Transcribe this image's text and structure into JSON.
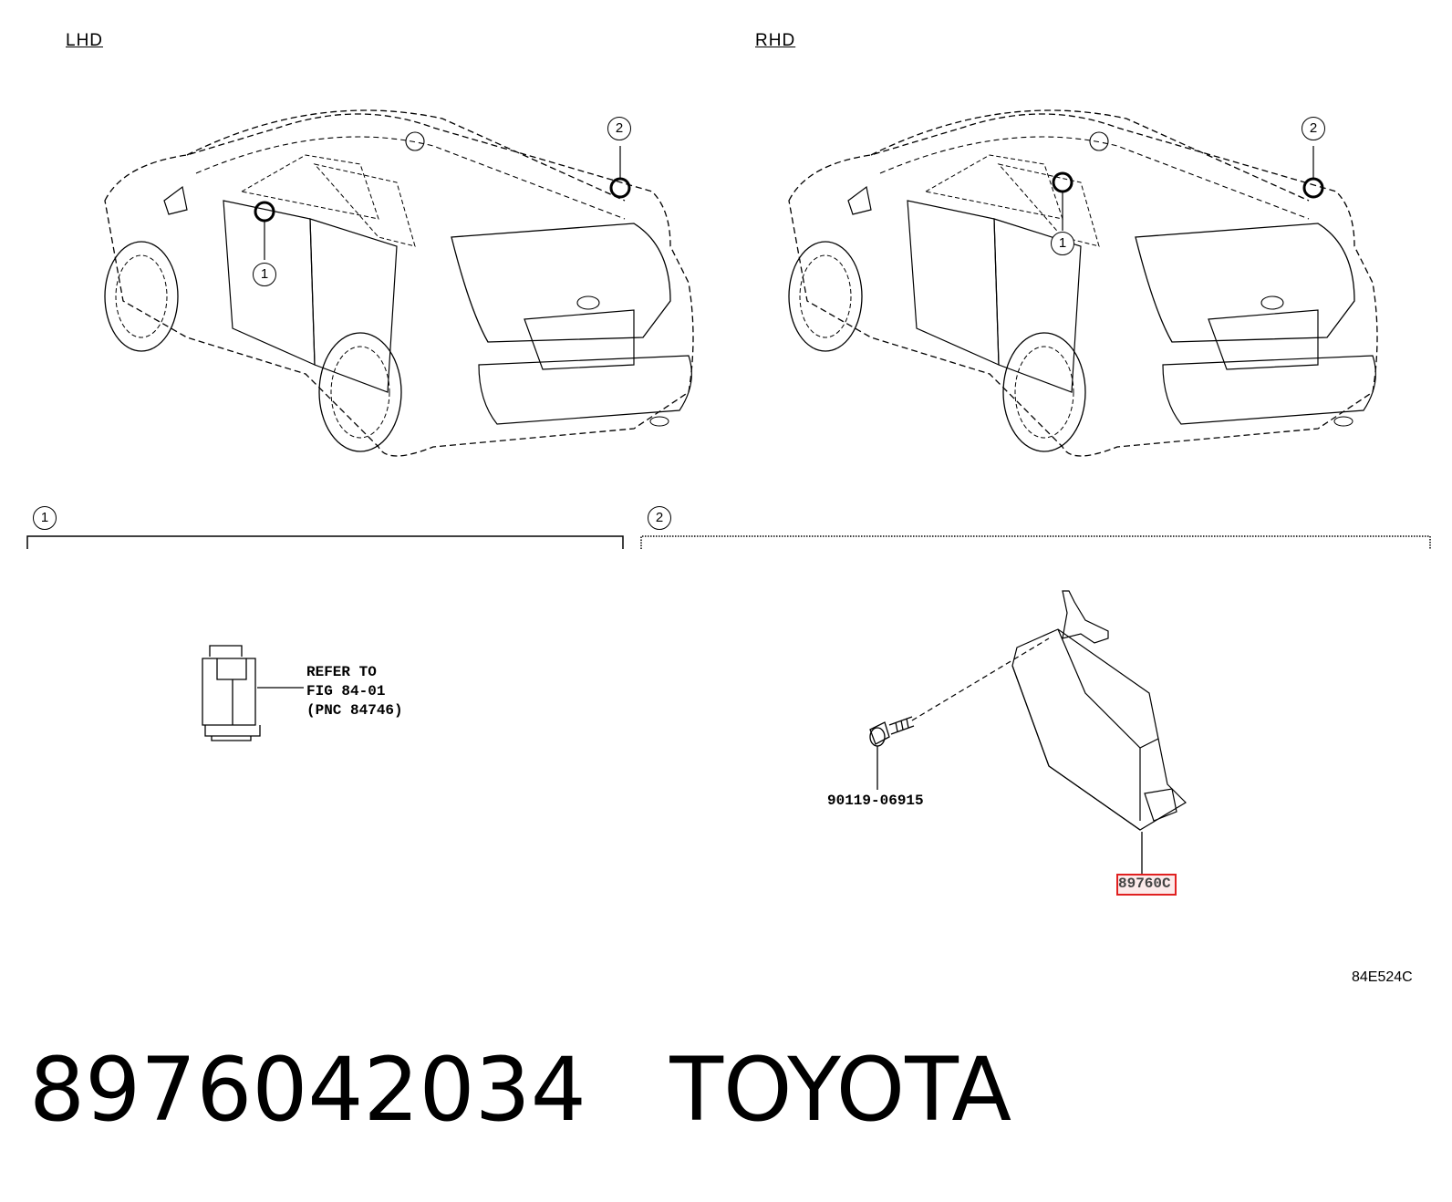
{
  "views": {
    "lhd_label": "LHD",
    "rhd_label": "RHD"
  },
  "callouts": {
    "one": "1",
    "two": "2"
  },
  "sections": [
    {
      "number": "1",
      "note_lines": [
        "REFER TO",
        "FIG 84-01",
        "(PNC 84746)"
      ]
    },
    {
      "number": "2",
      "bolt_part": "90119-06915",
      "unit_part": "89760C"
    }
  ],
  "figure_code": "84E524C",
  "footer": {
    "part_number": "8976042034",
    "brand": "TOYOTA"
  },
  "colors": {
    "line": "#000000",
    "highlight": "#e02020"
  }
}
